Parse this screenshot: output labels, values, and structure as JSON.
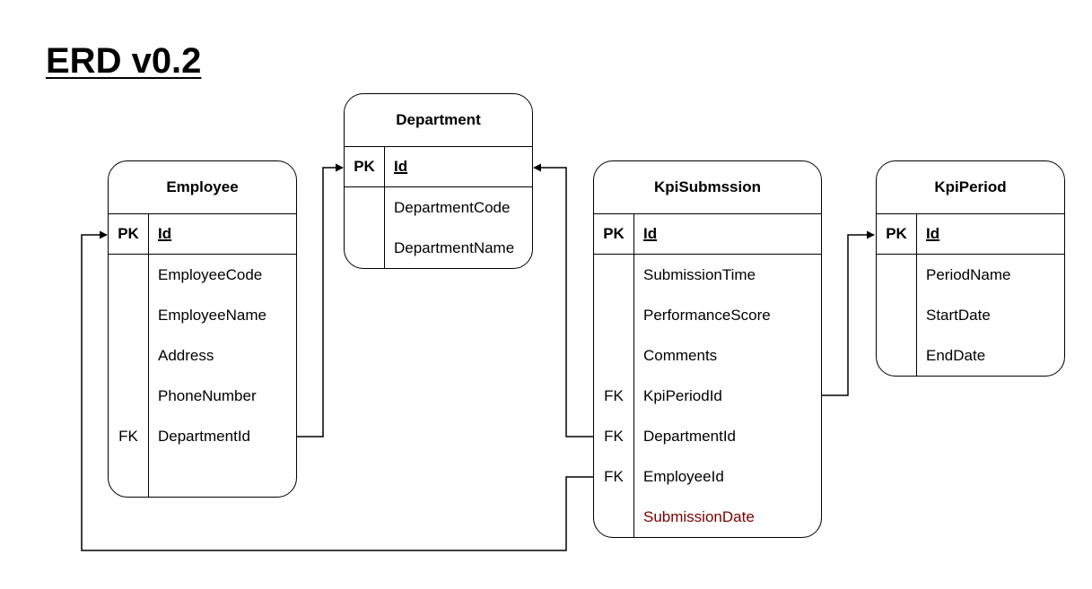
{
  "title": "ERD v0.2",
  "colors": {
    "line": "#000000",
    "highlight_field": "#7a0000",
    "background": "#ffffff"
  },
  "entities": {
    "employee": {
      "name": "Employee",
      "pk": {
        "key": "PK",
        "field": "Id"
      },
      "rows": [
        {
          "key": "",
          "field": "EmployeeCode"
        },
        {
          "key": "",
          "field": "EmployeeName"
        },
        {
          "key": "",
          "field": "Address"
        },
        {
          "key": "",
          "field": "PhoneNumber"
        },
        {
          "key": "FK",
          "field": "DepartmentId"
        },
        {
          "key": "",
          "field": ""
        }
      ]
    },
    "department": {
      "name": "Department",
      "pk": {
        "key": "PK",
        "field": "Id"
      },
      "rows": [
        {
          "key": "",
          "field": "DepartmentCode"
        },
        {
          "key": "",
          "field": "DepartmentName"
        }
      ]
    },
    "kpi_submission": {
      "name": "KpiSubmssion",
      "pk": {
        "key": "PK",
        "field": "Id"
      },
      "rows": [
        {
          "key": "",
          "field": "SubmissionTime"
        },
        {
          "key": "",
          "field": "PerformanceScore"
        },
        {
          "key": "",
          "field": "Comments"
        },
        {
          "key": "FK",
          "field": "KpiPeriodId"
        },
        {
          "key": "FK",
          "field": "DepartmentId"
        },
        {
          "key": "FK",
          "field": "EmployeeId"
        },
        {
          "key": "",
          "field": "SubmissionDate"
        }
      ]
    },
    "kpi_period": {
      "name": "KpiPeriod",
      "pk": {
        "key": "PK",
        "field": "Id"
      },
      "rows": [
        {
          "key": "",
          "field": "PeriodName"
        },
        {
          "key": "",
          "field": "StartDate"
        },
        {
          "key": "",
          "field": "EndDate"
        }
      ]
    }
  },
  "relationships": [
    {
      "from": "Employee.DepartmentId",
      "to": "Department.Id"
    },
    {
      "from": "KpiSubmssion.DepartmentId",
      "to": "Department.Id"
    },
    {
      "from": "KpiSubmssion.EmployeeId",
      "to": "Employee.Id"
    },
    {
      "from": "KpiSubmssion.KpiPeriodId",
      "to": "KpiPeriod.Id"
    }
  ]
}
